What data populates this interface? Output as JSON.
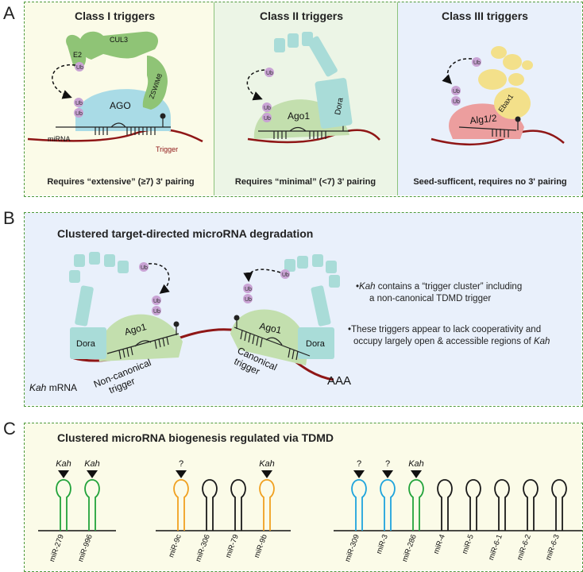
{
  "panels": {
    "a": {
      "label": "A"
    },
    "b": {
      "label": "B"
    },
    "c": {
      "label": "C"
    }
  },
  "panelA": {
    "class1": {
      "title": "Class I triggers",
      "requirement": "Requires “extensive” (≥7) 3' pairing",
      "labels": {
        "e2": "E2",
        "cul3": "CUL3",
        "zswim8": "ZSWIM8",
        "ago": "AGO",
        "mirna": "miRNA",
        "trigger": "Trigger",
        "ub": "Ub"
      }
    },
    "class2": {
      "title": "Class II triggers",
      "requirement": "Requires “minimal” (<7) 3' pairing",
      "labels": {
        "dora": "Dora",
        "ago1": "Ago1",
        "ub": "Ub"
      }
    },
    "class3": {
      "title": "Class III triggers",
      "requirement": "Seed-sufficent, requires no 3' pairing",
      "labels": {
        "ebax1": "Ebax1",
        "alg": "Alg1/2",
        "ub": "Ub"
      }
    }
  },
  "panelB": {
    "title": "Clustered target-directed microRNA degradation",
    "labels": {
      "dora": "Dora",
      "ago1": "Ago1",
      "ub": "Ub",
      "kah_gene": "Kah",
      "mrna": " mRNA",
      "noncanonical_1": "Non-canonical",
      "noncanonical_2": "trigger",
      "canonical_1": "Canonical",
      "canonical_2": "trigger",
      "polya": "AAA"
    },
    "notes": {
      "n1_kah": "Kah",
      "n1_a": " contains a “trigger cluster” including",
      "n1_b": "a non-canonical TDMD trigger",
      "n2_a": "•These triggers appear to lack cooperativity and",
      "n2_b": "occupy largely open & accessible regions of ",
      "n2_kah": "Kah"
    }
  },
  "panelC": {
    "title": "Clustered microRNA biogenesis regulated via TDMD",
    "clusters": [
      [
        {
          "name": "miR-279",
          "color": "#22a33b",
          "mark": "Kah"
        },
        {
          "name": "miR-996",
          "color": "#22a33b",
          "mark": "Kah"
        }
      ],
      [
        {
          "name": "miR-9c",
          "color": "#f0a020",
          "mark": "?"
        },
        {
          "name": "miR-306",
          "color": "#1a1a1a",
          "mark": ""
        },
        {
          "name": "miR-79",
          "color": "#1a1a1a",
          "mark": ""
        },
        {
          "name": "miR-9b",
          "color": "#f0a020",
          "mark": "Kah"
        }
      ],
      [
        {
          "name": "miR-309",
          "color": "#1ea4dc",
          "mark": "?"
        },
        {
          "name": "miR-3",
          "color": "#1ea4dc",
          "mark": "?"
        },
        {
          "name": "miR-286",
          "color": "#22a33b",
          "mark": "Kah"
        },
        {
          "name": "miR-4",
          "color": "#1a1a1a",
          "mark": ""
        },
        {
          "name": "miR-5",
          "color": "#1a1a1a",
          "mark": ""
        },
        {
          "name": "miR-6-1",
          "color": "#1a1a1a",
          "mark": ""
        },
        {
          "name": "miR-6-2",
          "color": "#1a1a1a",
          "mark": ""
        },
        {
          "name": "miR-6-3",
          "color": "#1a1a1a",
          "mark": ""
        }
      ]
    ]
  },
  "colors": {
    "ago_blue": "#a9dbe6",
    "ago1_green": "#c3dfae",
    "alg_pink": "#ec9e9e",
    "cul_green": "#8fc476",
    "dora_teal": "#a9dcd8",
    "ebax_yellow": "#f3e08a",
    "ub_purple": "#c9a3d4",
    "rna_red": "#8f1616",
    "border_green": "#4f9a3c"
  }
}
